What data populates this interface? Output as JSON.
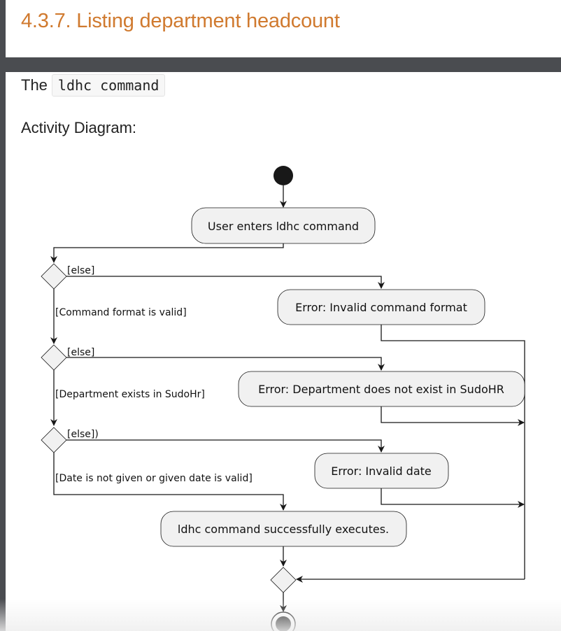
{
  "section": {
    "heading": "4.3.7. Listing department headcount",
    "intro_prefix": "The",
    "intro_code": "ldhc command",
    "sub_label": "Activity Diagram:"
  },
  "diagram": {
    "start_action": "User enters ldhc command",
    "guards": {
      "else_1": "[else]",
      "valid_format": "[Command format is valid]",
      "else_2": "[else]",
      "dept_exists": "[Department exists in SudoHr]",
      "else_3": "[else])",
      "date_valid": "[Date is not given or given date is valid]"
    },
    "errors": {
      "invalid_format": "Error: Invalid command format",
      "dept_missing": "Error: Department does not exist in SudoHR",
      "invalid_date": "Error: Invalid date"
    },
    "success_action": "ldhc command successfully executes."
  },
  "colors": {
    "heading": "#d07a2f",
    "chrome": "#4a4c50",
    "node_fill": "#f1f1f1",
    "node_stroke": "#181818"
  }
}
